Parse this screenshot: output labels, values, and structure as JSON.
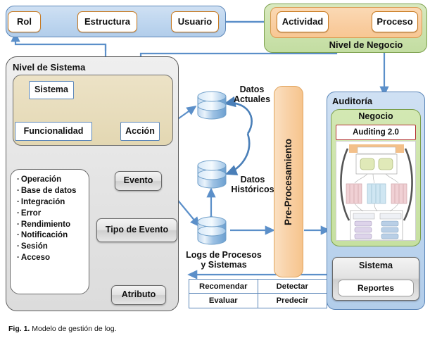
{
  "figure": {
    "caption_label": "Fig. 1.",
    "caption_text": " Modelo de gestión de log."
  },
  "colors": {
    "blue_panel": "#bed6ef",
    "green_panel": "#cbe2ac",
    "orange_panel": "#f9cda0",
    "gray_panel": "#e4e4e4",
    "beige_panel": "#e7dcbb",
    "arrow": "#5b8fc9",
    "node_border_orange": "#c8791f",
    "audit_border_red": "#b23232"
  },
  "user_level": {
    "nodes": [
      {
        "label": "Rol"
      },
      {
        "label": "Estructura"
      },
      {
        "label": "Usuario"
      }
    ]
  },
  "business_level": {
    "title": "Nivel de Negocio",
    "nodes": [
      {
        "label": "Actividad"
      },
      {
        "label": "Proceso"
      }
    ]
  },
  "system_level": {
    "title": "Nivel de Sistema",
    "inner_nodes": [
      {
        "label": "Sistema"
      },
      {
        "label": "Funcionalidad"
      },
      {
        "label": "Acción"
      }
    ],
    "event_nodes": [
      {
        "label": "Evento"
      },
      {
        "label": "Tipo de Evento"
      },
      {
        "label": "Atributo"
      }
    ],
    "event_types": [
      "Operación",
      "Base de datos",
      "Integración",
      "Error",
      "Rendimiento",
      "Notificación",
      "Sesión",
      "Acceso"
    ]
  },
  "data_stores": [
    {
      "label": "Datos\nActuales",
      "line1": "Datos",
      "line2": "Actuales",
      "icon": "database-icon"
    },
    {
      "label": "Datos\nHistóricos",
      "line1": "Datos",
      "line2": "Históricos",
      "icon": "database-icon"
    },
    {
      "label": "Logs de Procesos\ny Sistemas",
      "line1": "Logs de Procesos",
      "line2": "y Sistemas",
      "icon": "database-icon"
    }
  ],
  "preprocessing": {
    "label": "Pre-Procesamiento"
  },
  "audit_panel": {
    "title": "Auditoría",
    "business_title": "Negocio",
    "auditing_label": "Auditing 2.0",
    "thumbnail_name": "auditing-model-thumbnail",
    "system_title": "Sistema",
    "reports_label": "Reportes"
  },
  "actions_grid": {
    "cells": [
      "Recomendar",
      "Detectar",
      "Evaluar",
      "Predecir"
    ]
  }
}
